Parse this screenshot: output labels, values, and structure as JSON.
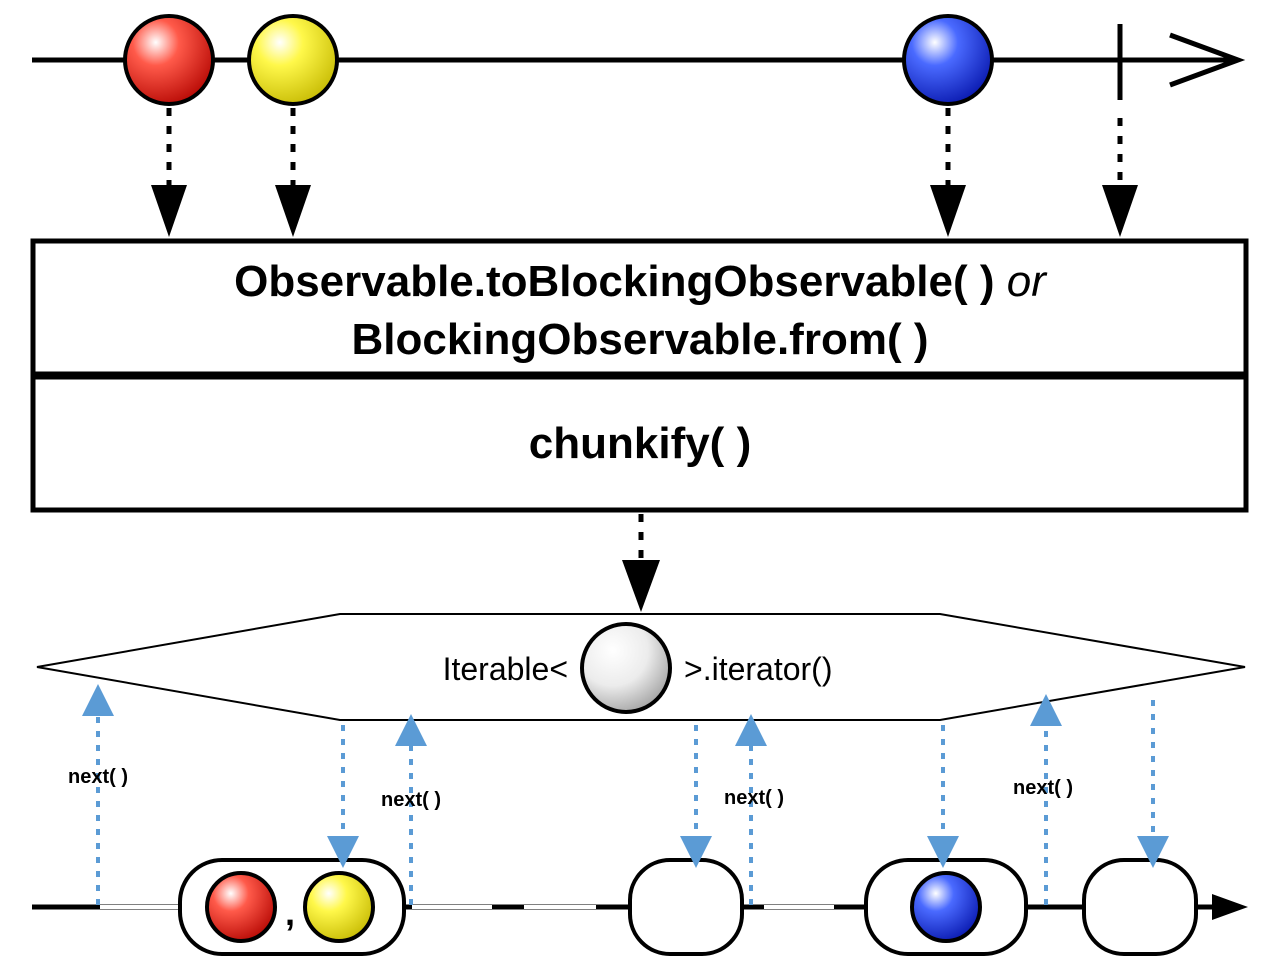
{
  "operator": {
    "line1_main": "Observable.toBlockingObservable( )",
    "line1_connector": "or",
    "line2": "BlockingObservable.from( )",
    "method": "chunkify( )"
  },
  "iterable": {
    "prefix": "Iterable<",
    "suffix": ">.iterator()"
  },
  "next_labels": [
    "next( )",
    "next( )",
    "next( )",
    "next( )"
  ],
  "chunk_separator": ",",
  "colors": {
    "red": "#e8251f",
    "yellow": "#f2ea18",
    "blue": "#1f3fe0",
    "neutral": "#d0d0d0",
    "call_arrow": "#5b9bd5",
    "line": "#000000"
  },
  "input_marbles": [
    "red",
    "yellow",
    "blue"
  ],
  "chunks": [
    [
      "red",
      "yellow"
    ],
    [],
    [
      "blue"
    ],
    []
  ]
}
